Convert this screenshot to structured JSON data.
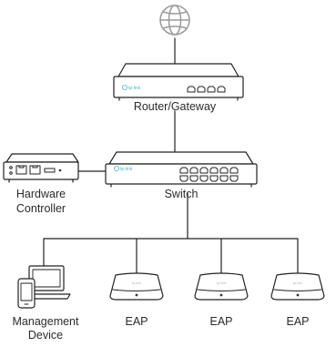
{
  "labels": {
    "router": "Router/Gateway",
    "switch": "Switch",
    "controller_line1": "Hardware",
    "controller_line2": "Controller",
    "management_line1": "Management",
    "management_line2": "Device",
    "eap1": "EAP",
    "eap2": "EAP",
    "eap3": "EAP"
  },
  "brand": {
    "logo_text": "tp-link",
    "logo_color": "#4fb8c9"
  },
  "colors": {
    "line": "#222222",
    "device_fill": "#ffffff",
    "icon_gray": "#9a9a9a"
  },
  "icons": {
    "internet": "globe-icon",
    "router": "router-icon",
    "switch": "switch-icon",
    "controller": "hardware-controller-icon",
    "management": "laptop-phone-icon",
    "eap": "access-point-icon"
  }
}
